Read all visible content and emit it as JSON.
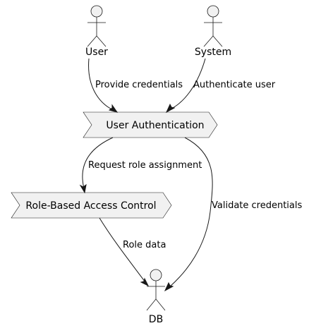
{
  "actors": {
    "user": "User",
    "system": "System",
    "db": "DB"
  },
  "processes": {
    "user_auth": "User Authentication",
    "rbac": "Role-Based Access Control"
  },
  "edges": {
    "provide_credentials": "Provide credentials",
    "authenticate_user": "Authenticate user",
    "request_role_assignment": "Request role assignment",
    "validate_credentials": "Validate credentials",
    "role_data": "Role data"
  },
  "colors": {
    "node_fill": "#f1f1f1",
    "stroke": "#181818"
  }
}
